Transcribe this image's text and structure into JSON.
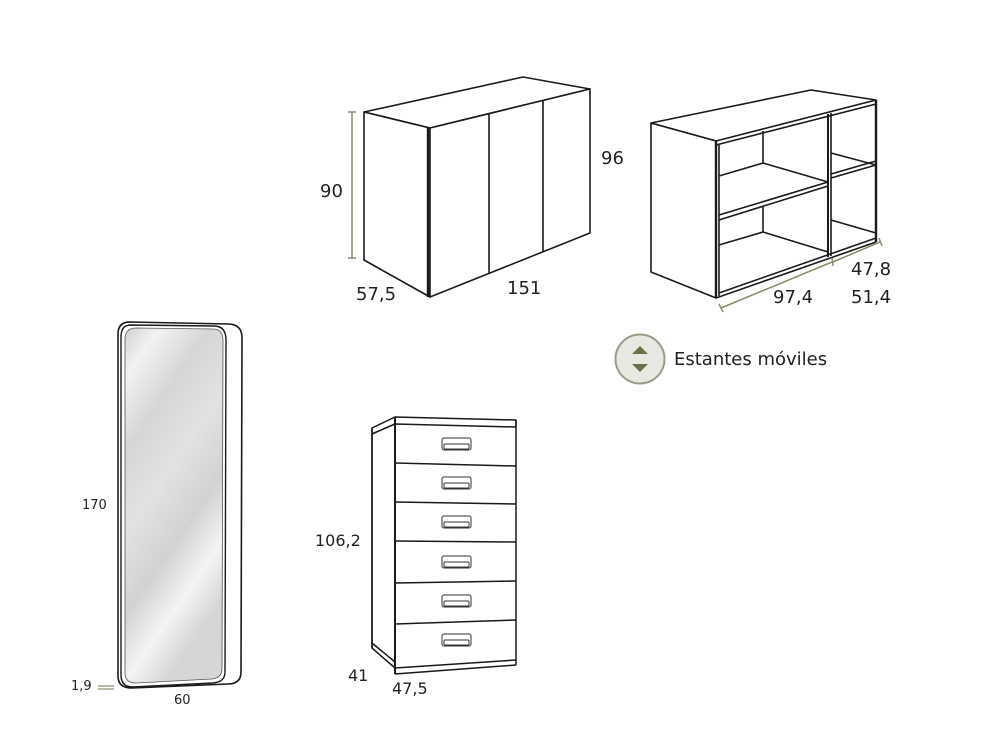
{
  "colors": {
    "line": "#1a1a1a",
    "dimension_line": "#8a8a6a",
    "accent_olive": "#6b6f45",
    "badge_fill": "#e8e8e2",
    "badge_ring": "#9a9a86",
    "mirror_glass": "#dcdcdc"
  },
  "cabinet_3_door": {
    "height_label": "90",
    "total_height_label": "96",
    "depth_label": "57,5",
    "width_label": "151"
  },
  "open_shelving": {
    "width_label": "97,4",
    "depth_label_top": "47,8",
    "depth_label_bottom": "51,4"
  },
  "legend": {
    "icon": "up-down-arrows-icon",
    "label": "Estantes móviles"
  },
  "mirror": {
    "height_label": "170",
    "thickness_label": "1,9",
    "width_label": "60"
  },
  "chest_of_drawers": {
    "height_label": "106,2",
    "depth_label": "41",
    "width_label": "47,5",
    "drawer_count": "6"
  }
}
